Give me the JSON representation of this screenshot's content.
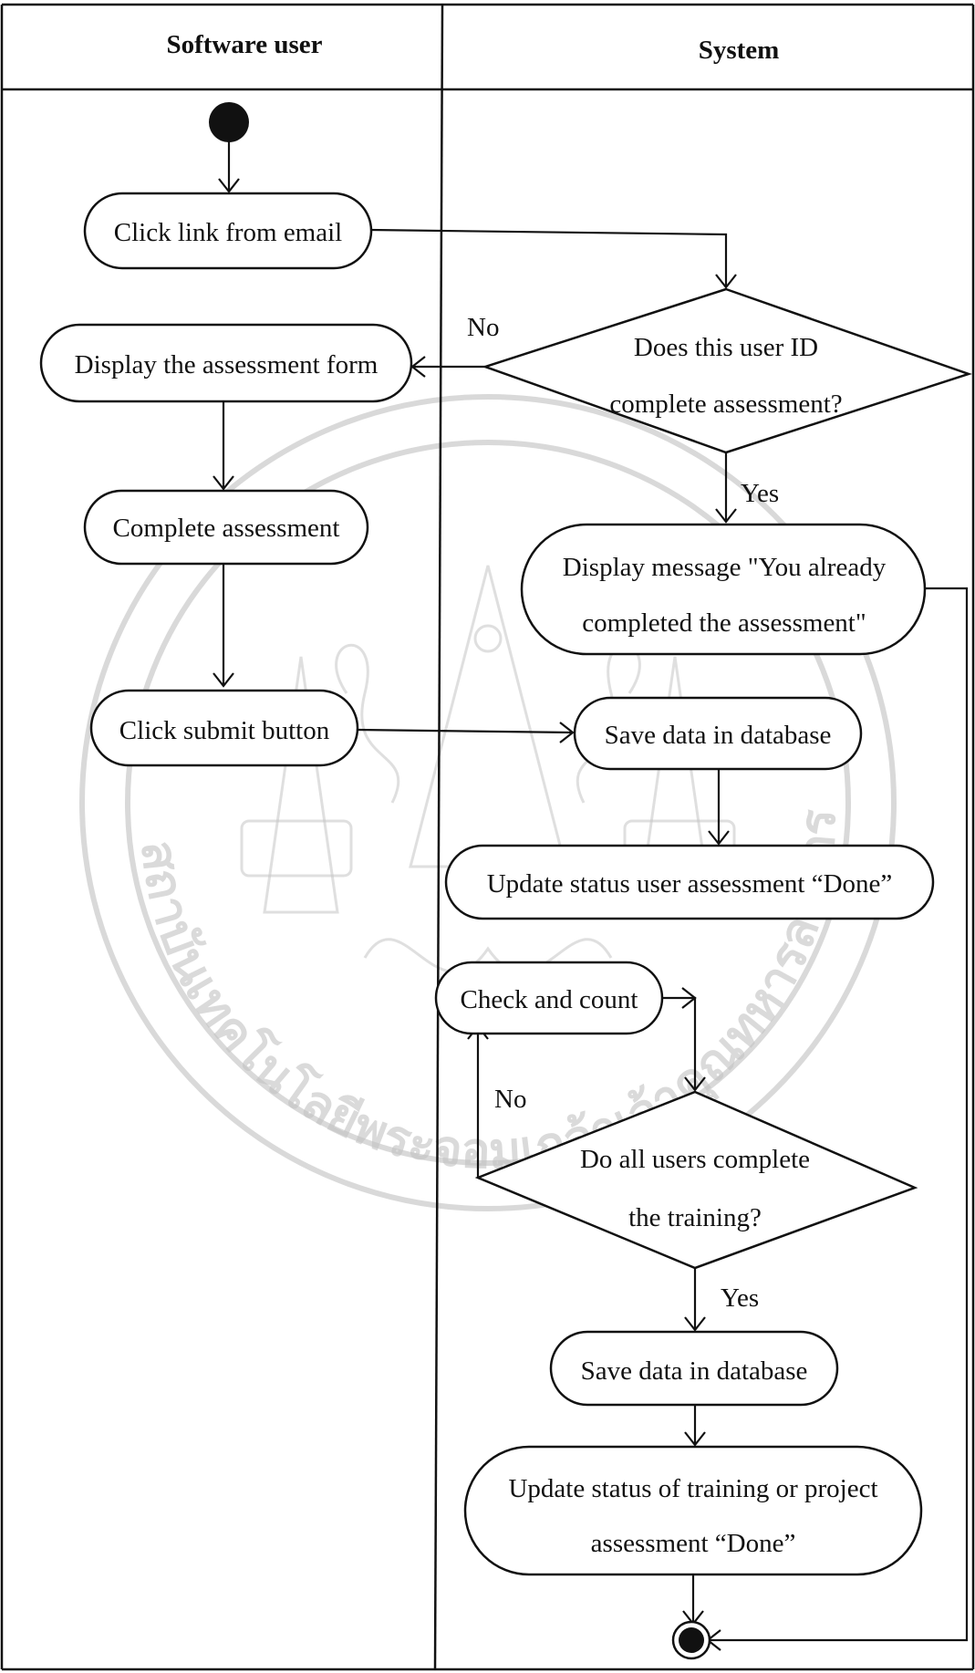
{
  "lanes": {
    "left_title": "Software user",
    "right_title": "System"
  },
  "activities": {
    "click_link": "Click link from email",
    "display_form": "Display the assessment form",
    "complete_assessment": "Complete assessment",
    "click_submit": "Click submit button",
    "display_message_line1": "Display message \"You already",
    "display_message_line2": "completed the assessment\"",
    "save_data_1": "Save data in database",
    "update_status_user": "Update status user assessment “Done”",
    "check_count": "Check and count",
    "save_data_2": "Save data in database",
    "update_status_training_line1": "Update status of training or project",
    "update_status_training_line2": "assessment “Done”"
  },
  "decisions": {
    "user_id_line1": "Does this user ID",
    "user_id_line2": "complete assessment?",
    "all_users_line1": "Do all users complete",
    "all_users_line2": "the training?"
  },
  "guards": {
    "no_1": "No",
    "yes_1": "Yes",
    "no_2": "No",
    "yes_2": "Yes"
  },
  "watermark": {
    "seal_text": "สถาบันเทคโนโลยีพระจอมเกล้าเจ้าคุณทหารลาดกระบัง"
  }
}
